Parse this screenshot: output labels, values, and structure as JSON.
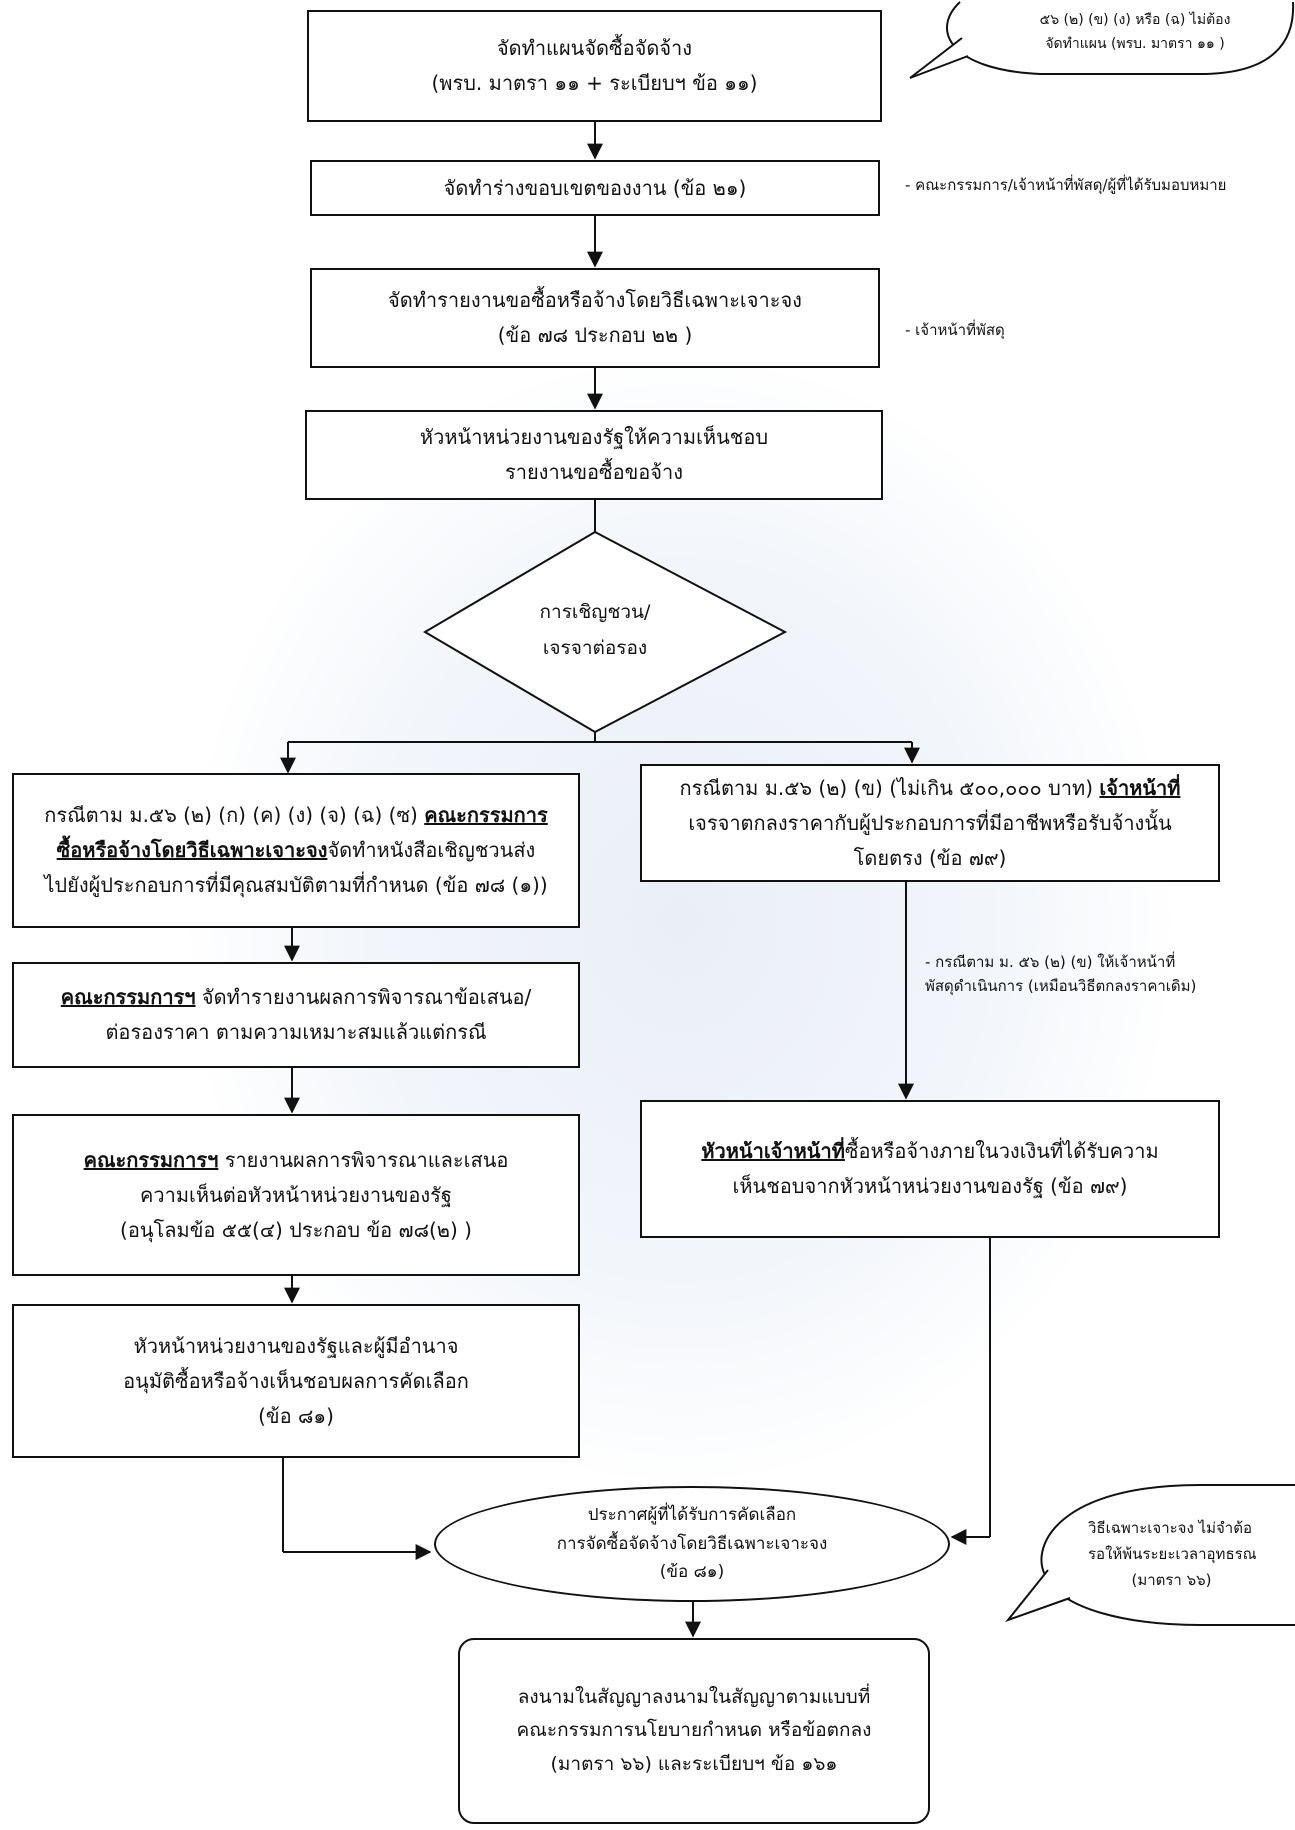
{
  "bubble_top": {
    "lines": [
      "๕๖ (๒) (ข) (ง) หรือ (ฉ) ไม่ต้อง",
      "จัดทำแผน (พรบ. มาตรา ๑๑ )"
    ]
  },
  "step1": {
    "lines": [
      "จัดทำแผนจัดซื้อจัดจ้าง",
      "(พรบ. มาตรา ๑๑ + ระเบียบฯ ข้อ ๑๑)"
    ]
  },
  "step2": {
    "lines": [
      "จัดทำร่างขอบเขตของงาน (ข้อ ๒๑)"
    ]
  },
  "note2": "- คณะกรรมการ/เจ้าหน้าที่พัสดุ/ผู้ที่ได้รับมอบหมาย",
  "step3": {
    "lines": [
      "จัดทำรายงานขอซื้อหรือจ้างโดยวิธีเฉพาะเจาะจง",
      "(ข้อ ๗๘ ประกอบ ๒๒ )"
    ]
  },
  "note3": "- เจ้าหน้าที่พัสดุ",
  "step4": {
    "lines": [
      "หัวหน้าหน่วยงานของรัฐให้ความเห็นชอบ",
      "รายงานขอซื้อขอจ้าง"
    ]
  },
  "decision": {
    "lines": [
      "การเชิญชวน/",
      "เจรจาต่อรอง"
    ]
  },
  "left1": {
    "l1_pre": "กรณีตาม ม.๕๖ (๒) (ก) (ค) (ง) (จ) (ฉ) (ซ) ",
    "l1_u": "คณะกรรมการ",
    "l2_u": "ซื้อหรือจ้างโดยวิธีเฉพาะเจาะจง",
    "l2_post": "จัดทำหนังสือเชิญชวนส่ง",
    "l3": "ไปยังผู้ประกอบการที่มีคุณสมบัติตามที่กำหนด (ข้อ ๗๘ (๑))"
  },
  "right1": {
    "l1_pre": "กรณีตาม ม.๕๖ (๒) (ข) (ไม่เกิน ๕๐๐,๐๐๐ บาท) ",
    "l1_u": "เจ้าหน้าที่",
    "l2": "เจรจาตกลงราคากับผู้ประกอบการที่มีอาชีพหรือรับจ้างนั้น",
    "l3": "โดยตรง (ข้อ ๗๙)"
  },
  "left2": {
    "l1_u": "คณะกรรมการฯ",
    "l1_post": " จัดทำรายงานผลการพิจารณาข้อเสนอ/",
    "l2": "ต่อรองราคา ตามความเหมาะสมแล้วแต่กรณี"
  },
  "right_note": {
    "lines": [
      "- กรณีตาม ม. ๕๖ (๒) (ข) ให้เจ้าหน้าที่",
      "พัสดุดำเนินการ (เหมือนวิธีตกลงราคาเดิม)"
    ]
  },
  "left3": {
    "l1_u": "คณะกรรมการฯ",
    "l1_post": " รายงานผลการพิจารณาและเสนอ",
    "l2": "ความเห็นต่อหัวหน้าหน่วยงานของรัฐ",
    "l3": "(อนุโลมข้อ ๕๕(๔) ประกอบ ข้อ ๗๘(๒) )"
  },
  "right2": {
    "l1_u": "หัวหน้าเจ้าหน้าที่",
    "l1_post": "ซื้อหรือจ้างภายในวงเงินที่ได้รับความ",
    "l2": "เห็นชอบจากหัวหน้าหน่วยงานของรัฐ (ข้อ ๗๙)"
  },
  "left4": {
    "lines": [
      "หัวหน้าหน่วยงานของรัฐและผู้มีอำนาจ",
      "อนุมัติซื้อหรือจ้างเห็นชอบผลการคัดเลือก",
      "(ข้อ ๘๑)"
    ]
  },
  "announce": {
    "lines": [
      "ประกาศผู้ที่ได้รับการคัดเลือก",
      "การจัดซื้อจัดจ้างโดยวิธีเฉพาะเจาะจง",
      "(ข้อ ๘๑)"
    ]
  },
  "bubble_bottom": {
    "lines": [
      "วิธีเฉพาะเจาะจง ไม่จำต้อ",
      "รอให้พ้นระยะเวลาอุทธรณ",
      "(มาตรา ๖๖)"
    ]
  },
  "final": {
    "lines": [
      "ลงนามในสัญญาลงนามในสัญญาตามแบบที่",
      "คณะกรรมการนโยบายกำหนด หรือข้อตกลง",
      "(มาตรา ๖๖) และระเบียบฯ ข้อ ๑๖๑"
    ]
  }
}
